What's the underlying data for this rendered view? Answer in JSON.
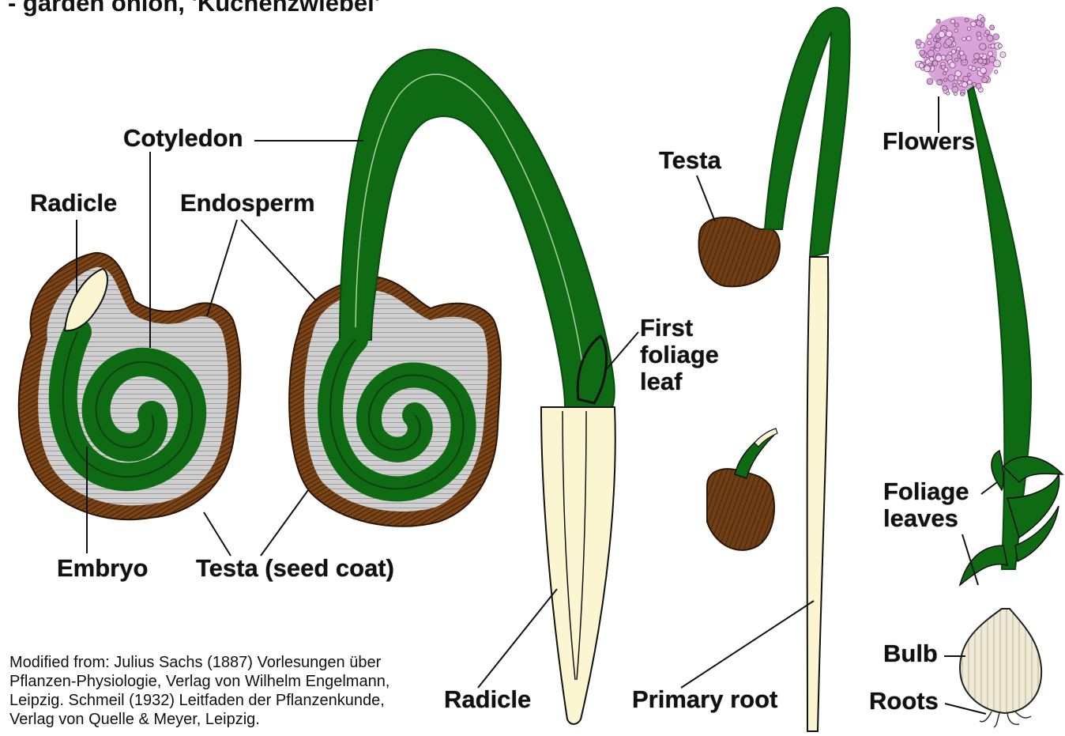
{
  "title": "- garden onion, 'Küchenzwiebel'",
  "labels": {
    "cotyledon": "Cotyledon",
    "radicle_left": "Radicle",
    "endosperm": "Endosperm",
    "embryo": "Embryo",
    "testa_seed_coat": "Testa (seed coat)",
    "first_foliage_leaf": [
      "First",
      "foliage",
      "leaf"
    ],
    "radicle_bottom": "Radicle",
    "testa_top": "Testa",
    "primary_root": "Primary root",
    "flowers": "Flowers",
    "foliage_leaves": [
      "Foliage",
      "leaves"
    ],
    "bulb": "Bulb",
    "roots": "Roots"
  },
  "credit": [
    "Modified from: Julius Sachs (1887) Vorlesungen über",
    "Pflanzen-Physiologie, Verlag von Wilhelm Engelmann,",
    "Leipzig. Schmeil (1932) Leitfaden der Pflanzenkunde,",
    "Verlag von Quelle & Meyer, Leipzig."
  ],
  "colors": {
    "green": "#0e6b14",
    "seed_coat": "#6a3a12",
    "endosperm": "#c9c9c9",
    "root_cream": "#fbf5d2",
    "flower_pink": "#d9a3d9",
    "bulb": "#ece6d0"
  }
}
